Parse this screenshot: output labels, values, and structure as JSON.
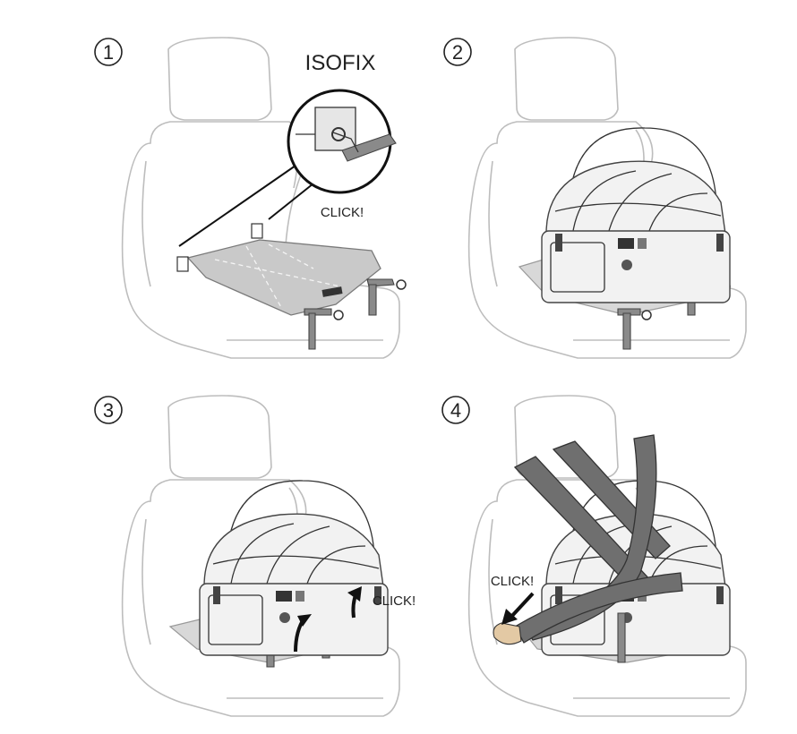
{
  "steps": [
    {
      "number": "1",
      "labels": [
        "ISOFIX",
        "CLICK!"
      ]
    },
    {
      "number": "2",
      "labels": []
    },
    {
      "number": "3",
      "labels": [
        "CLICK!"
      ]
    },
    {
      "number": "4",
      "labels": [
        "CLICK!"
      ]
    }
  ],
  "colors": {
    "line": "#222222",
    "seat_outline": "#bdbdbd",
    "base_fill": "#c9c9c9",
    "strap_fill": "#8a8a8a",
    "belt_fill": "#6f6f6f"
  }
}
